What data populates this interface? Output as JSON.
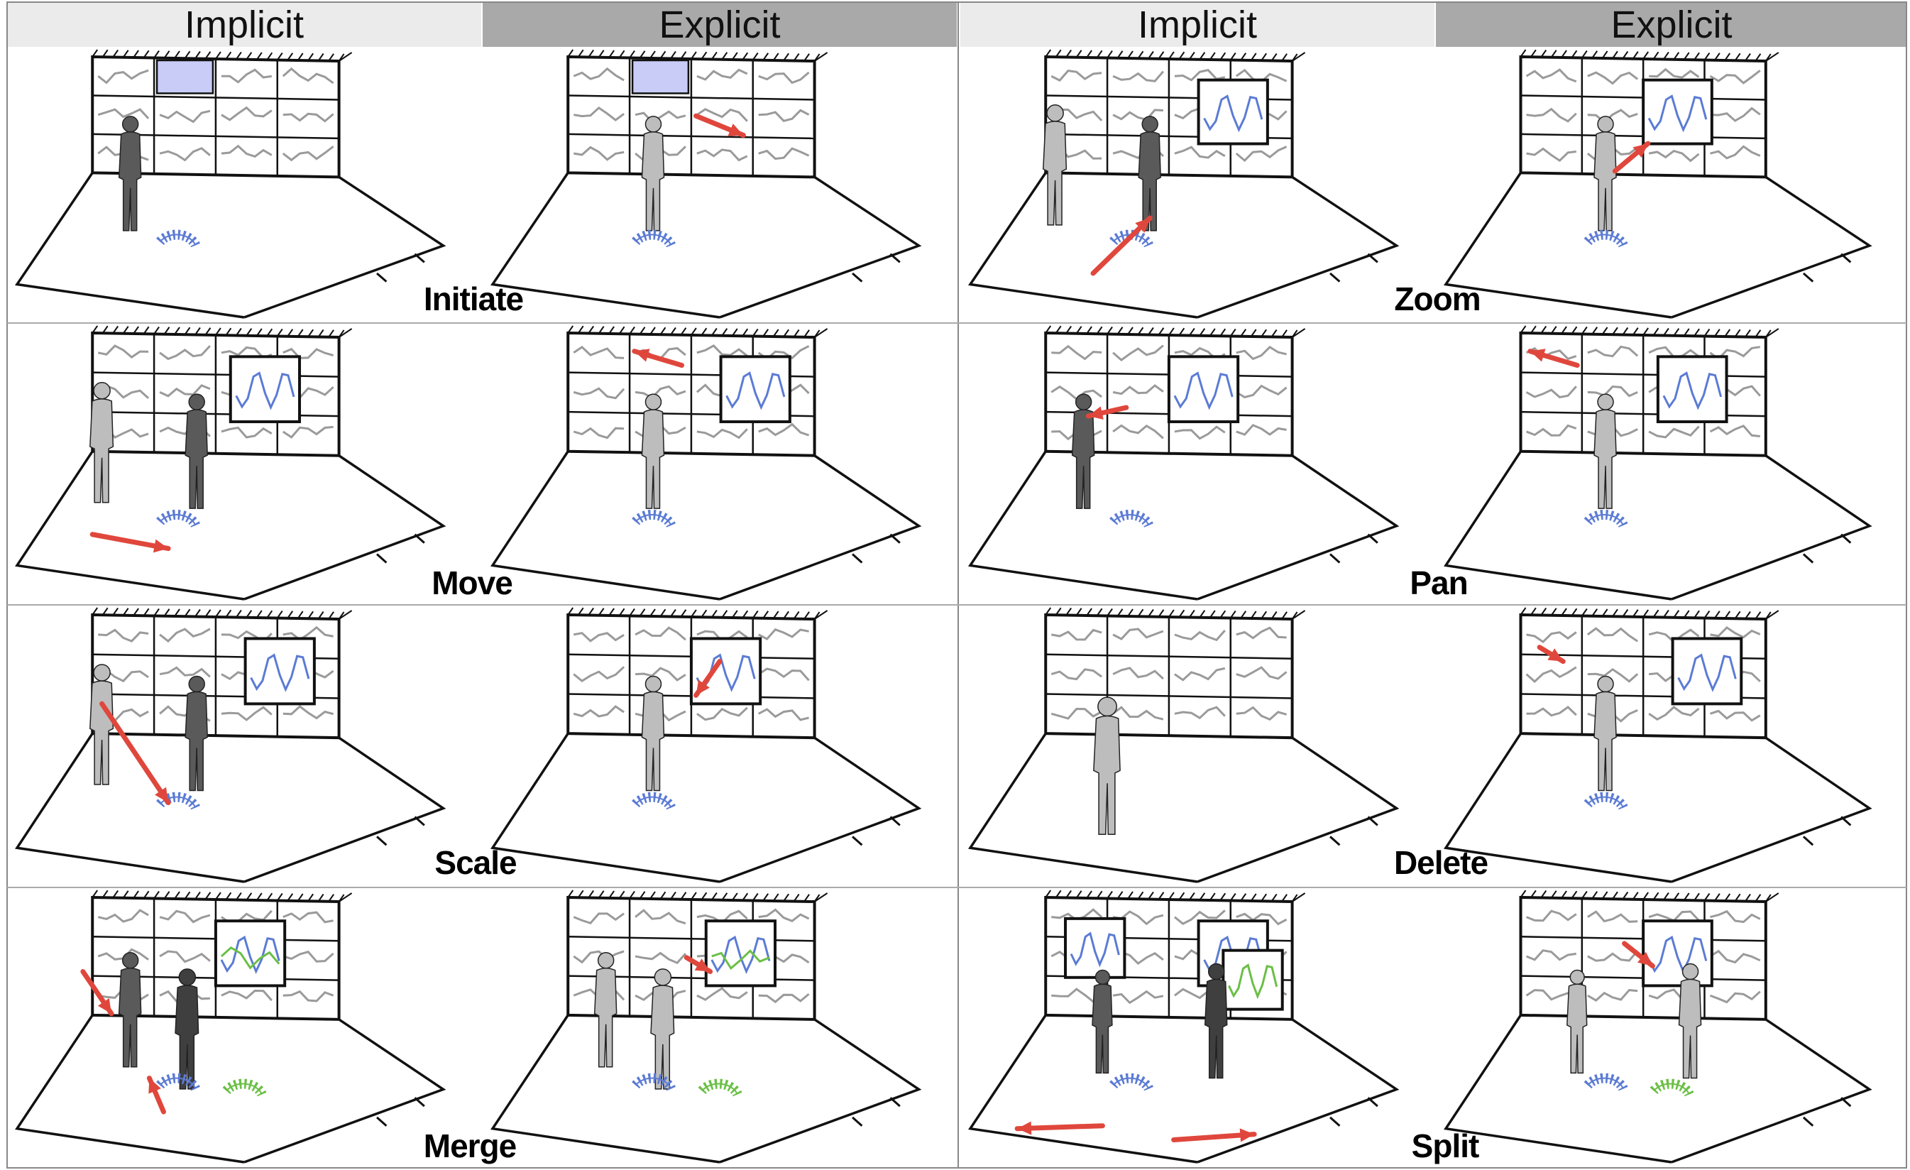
{
  "headers": {
    "left_implicit": "Implicit",
    "left_explicit": "Explicit",
    "right_implicit": "Implicit",
    "right_explicit": "Explicit"
  },
  "categories": {
    "initiate": "Initiate",
    "zoom": "Zoom",
    "move": "Move",
    "pan": "Pan",
    "scale": "Scale",
    "delete": "Delete",
    "merge": "Merge",
    "split": "Split"
  },
  "colors": {
    "arrow": "#e0473c",
    "highlight_fill": "#c8ccf7",
    "trail_blue": "#5b7bd4",
    "trail_green": "#6abf45",
    "person_dark": "#5a5a5a",
    "person_light": "#bdbdbd",
    "grid_line": "#000000",
    "header_implicit_bg": "#ebebeb",
    "header_explicit_bg": "#a9a9a9"
  }
}
